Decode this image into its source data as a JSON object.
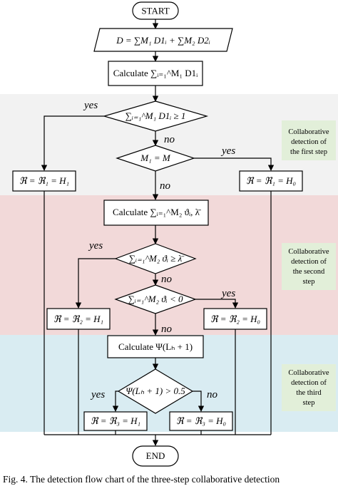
{
  "nodes": {
    "start": "START",
    "end": "END",
    "decision_sum": "D = ∑M₁ D1ᵢ + ∑M₂ D2ᵢ",
    "calc_d1": "Calculate ∑ᵢ₌₁^M₁ D1ᵢ",
    "check_d1": "∑ᵢ₌₁^M₁ D1ᵢ ≥ 1",
    "check_m1": "M₁ = M",
    "result_h1_step1": "ℜ = ℜ₁ = H₁",
    "result_h0_step1": "ℜ = ℜ₁ = H₀",
    "calc_theta": "Calculate ∑ᵢ₌₁^M₂ ϑᵢ, λ̄",
    "check_theta_ge": "∑ᵢ₌₁^M₂ ϑᵢ ≥ λ̄",
    "check_theta_lt": "∑ᵢ₌₁^M₂ ϑᵢ < 0",
    "result_h1_step2": "ℜ = ℜ₂ = H₁",
    "result_h0_step2": "ℜ = ℜ₂ = H₀",
    "calc_psi": "Calculate Ψ(Lₕ + 1)",
    "check_psi": "Ψ(Lₕ + 1) > 0.5",
    "result_h1_step3": "ℜ = ℜ₃ = H₁",
    "result_h0_step3": "ℜ = ℜ₃ = H₀"
  },
  "labels": {
    "yes": "yes",
    "no": "no"
  },
  "steps": [
    {
      "line1": "Collaborative",
      "line2": "detection of",
      "line3": "the first step"
    },
    {
      "line1": "Collaborative",
      "line2": "detection of",
      "line3": "the  second",
      "line4": "step"
    },
    {
      "line1": "Collaborative",
      "line2": "detection of",
      "line3": "the third",
      "line4": "step"
    }
  ],
  "caption": "Fig. 4.   The detection flow chart of the three-step collaborative detection",
  "colors": {
    "step1_band": "#f2f2f2",
    "step2_band": "#f2d9d9",
    "step3_band": "#d9ecf2",
    "note_box": "#e2efd9"
  }
}
